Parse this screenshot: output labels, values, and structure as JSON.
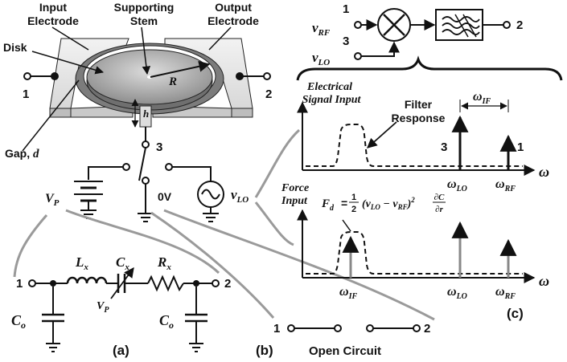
{
  "device": {
    "input_electrode": [
      "Input",
      "Electrode"
    ],
    "supporting_stem": [
      "Supporting",
      "Stem"
    ],
    "output_electrode": [
      "Output",
      "Electrode"
    ],
    "disk": "Disk",
    "radius": "R",
    "height": "h",
    "gap_prefix": "Gap, ",
    "gap_symbol": "d",
    "port1": "1",
    "port2": "2",
    "port3": "3"
  },
  "bias": {
    "vp": "V",
    "vp_sub": "P",
    "zero_volt": "0V",
    "vlo": "v",
    "vlo_sub": "LO"
  },
  "circuit_a": {
    "port1": "1",
    "port2": "2",
    "lx": "L",
    "lx_sub": "x",
    "cx": "C",
    "cx_sub": "x",
    "rx": "R",
    "rx_sub": "x",
    "vp": "V",
    "vp_sub": "P",
    "co_left": "C",
    "co_left_sub": "o",
    "co_right": "C",
    "co_right_sub": "o",
    "caption": "(a)"
  },
  "circuit_b": {
    "port1": "1",
    "port2": "2",
    "label": "Open Circuit",
    "caption": "(b)"
  },
  "mixer": {
    "vrf": "v",
    "vrf_sub": "RF",
    "vlo": "v",
    "vlo_sub": "LO",
    "port1": "1",
    "port2": "2",
    "port3": "3"
  },
  "spectrum_top": {
    "title": [
      "Electrical",
      "Signal Input"
    ],
    "filter_response": [
      "Filter",
      "Response"
    ],
    "wif": "ω",
    "wif_sub": "IF",
    "marker3": "3",
    "marker1": "1",
    "wlo": "ω",
    "wlo_sub": "LO",
    "wrf": "ω",
    "wrf_sub": "RF",
    "axis": "ω"
  },
  "spectrum_bottom": {
    "title": [
      "Force",
      "Input"
    ],
    "formula": {
      "lhs": "F",
      "lhs_sub": "d",
      "eq": "=",
      "frac_num": "1",
      "frac_den": "2",
      "paren": "(v",
      "lo_sub": "LO",
      "minus": " − v",
      "rf_sub": "RF",
      "close": ")",
      "exp": "2",
      "dnum": "∂C",
      "dden": "∂r"
    },
    "wif": "ω",
    "wif_sub": "IF",
    "wlo": "ω",
    "wlo_sub": "LO",
    "wrf": "ω",
    "wrf_sub": "RF",
    "axis": "ω",
    "caption": "(c)"
  }
}
